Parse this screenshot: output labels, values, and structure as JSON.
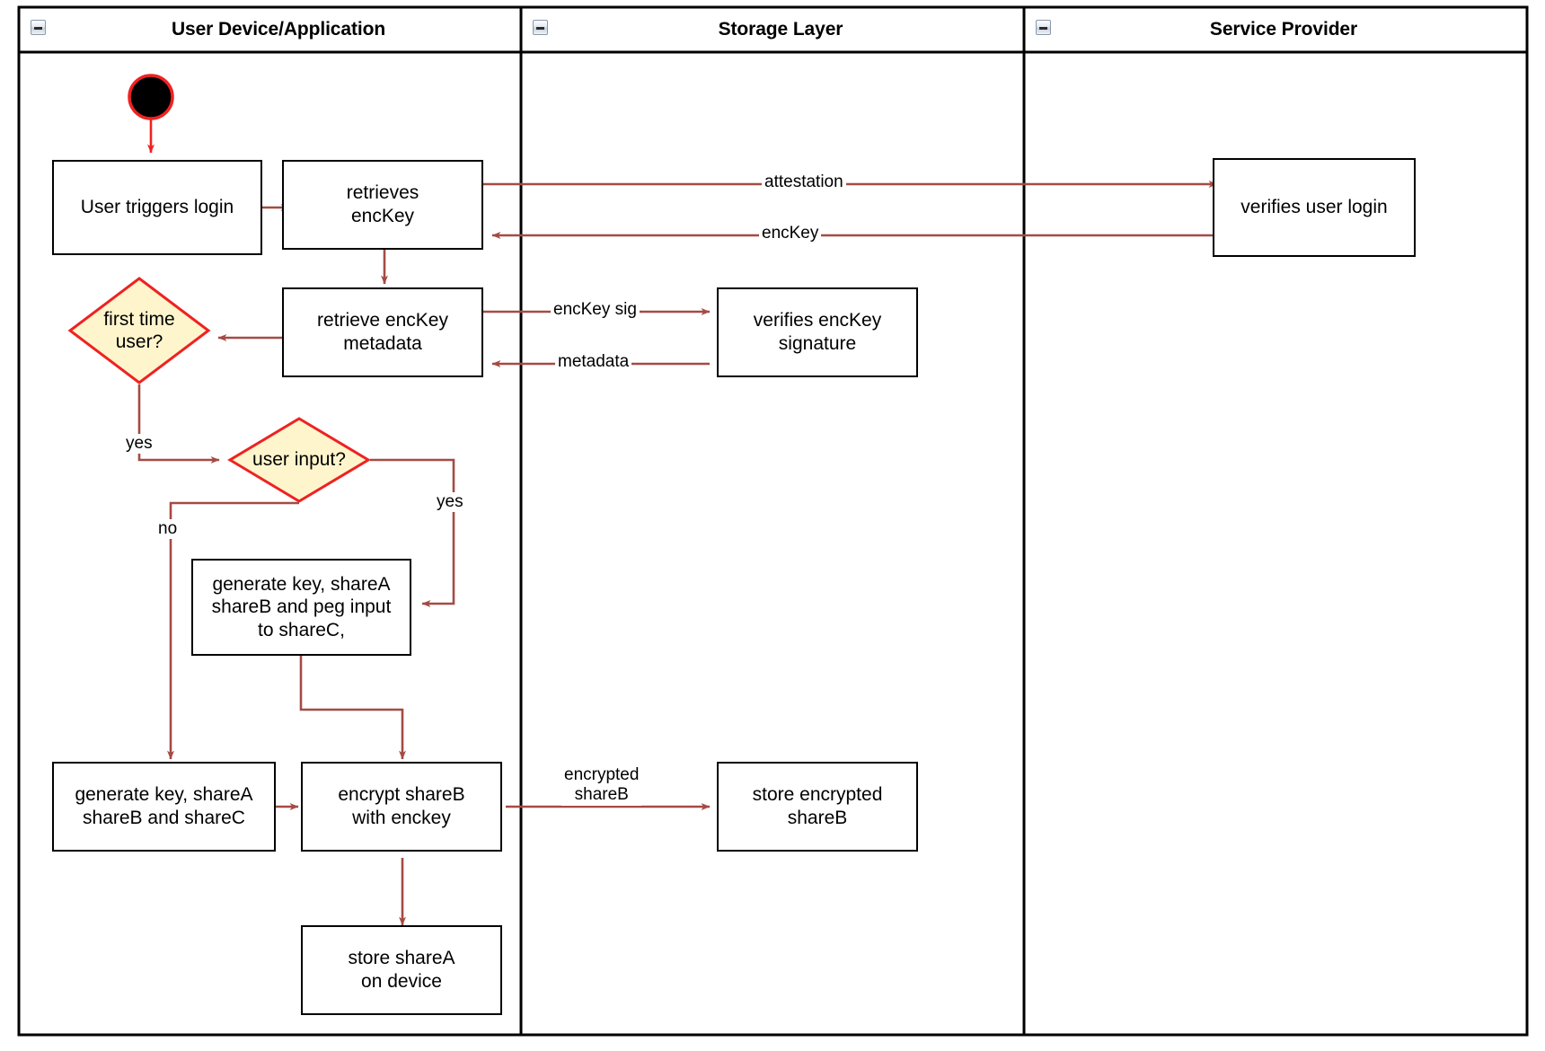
{
  "diagram": {
    "type": "swimlane-activity-diagram",
    "colors": {
      "lane_border": "#000000",
      "node_border": "#000000",
      "node_fill": "#ffffff",
      "decision_fill": "#fff5cc",
      "decision_border": "#ee2222",
      "flow_arrow": "#a44b44",
      "start_node_fill": "#000000",
      "start_node_border": "#ee2222",
      "text": "#000000",
      "canvas": "#ffffff"
    },
    "lanes": [
      {
        "id": "user-device",
        "title": "User Device/Application",
        "collapse_icon": "minimize-icon"
      },
      {
        "id": "storage-layer",
        "title": "Storage Layer",
        "collapse_icon": "minimize-icon"
      },
      {
        "id": "service-provider",
        "title": "Service Provider",
        "collapse_icon": "minimize-icon"
      }
    ],
    "start_node": {
      "name": "initial-node"
    },
    "nodes": [
      {
        "id": "user-triggers-login",
        "lane": "user-device",
        "label": "User triggers login"
      },
      {
        "id": "retrieves-enckey",
        "lane": "user-device",
        "label": "retrieves\nencKey"
      },
      {
        "id": "retrieve-metadata",
        "lane": "user-device",
        "label": "retrieve encKey\nmetadata"
      },
      {
        "id": "verifies-signature",
        "lane": "storage-layer",
        "label": "verifies encKey signature"
      },
      {
        "id": "verifies-user-login",
        "lane": "service-provider",
        "label": "verifies user login"
      },
      {
        "id": "generate-peg",
        "lane": "user-device",
        "label": "generate key, shareA\nshareB and peg input\nto shareC,"
      },
      {
        "id": "generate-abc",
        "lane": "user-device",
        "label": "generate key, shareA\nshareB and shareC"
      },
      {
        "id": "encrypt-shareb",
        "lane": "user-device",
        "label": "encrypt shareB\nwith enckey"
      },
      {
        "id": "store-encrypted",
        "lane": "storage-layer",
        "label": "store encrypted\nshareB"
      },
      {
        "id": "store-sharea",
        "lane": "user-device",
        "label": "store shareA\non device"
      }
    ],
    "decisions": [
      {
        "id": "first-time-user",
        "lane": "user-device",
        "label": "first time\nuser?"
      },
      {
        "id": "user-input",
        "lane": "user-device",
        "label": "user input?"
      }
    ],
    "edge_labels": [
      {
        "id": "attestation",
        "text": "attestation",
        "from": "retrieves-enckey",
        "to": "verifies-user-login"
      },
      {
        "id": "enckey",
        "text": "encKey",
        "from": "verifies-user-login",
        "to": "retrieves-enckey"
      },
      {
        "id": "enckey-sig",
        "text": "encKey sig",
        "from": "retrieve-metadata",
        "to": "verifies-signature"
      },
      {
        "id": "metadata",
        "text": "metadata",
        "from": "verifies-signature",
        "to": "retrieve-metadata"
      },
      {
        "id": "yes-first-time",
        "text": "yes",
        "from": "first-time-user",
        "to": "user-input"
      },
      {
        "id": "yes-user-input",
        "text": "yes",
        "from": "user-input",
        "to": "generate-peg"
      },
      {
        "id": "no-user-input",
        "text": "no",
        "from": "user-input",
        "to": "generate-abc"
      },
      {
        "id": "encrypted-shareb",
        "text": "encrypted\nshareB",
        "from": "encrypt-shareb",
        "to": "store-encrypted"
      }
    ]
  }
}
